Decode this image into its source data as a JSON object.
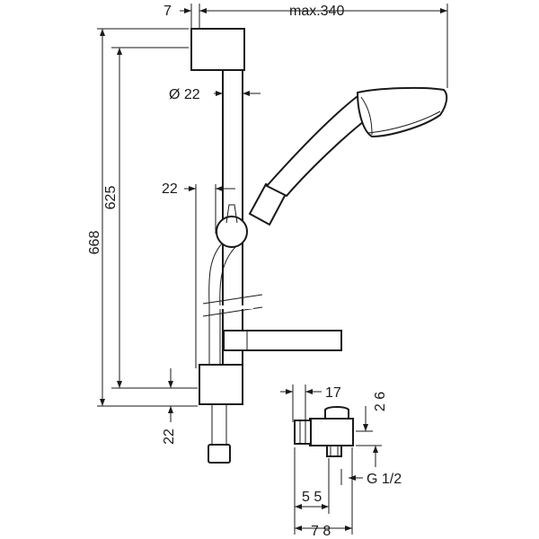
{
  "dimensions": {
    "rail_offset": "7",
    "max_reach": "max.340",
    "rail_diameter": "Ø 22",
    "hose_offset": "22",
    "total_height": "668",
    "bracket_spacing": "625",
    "bottom_offset": "22",
    "valve_17": "17",
    "valve_26": "2 6",
    "valve_thread": "G 1/2",
    "valve_55": "5 5",
    "valve_78": "7 8"
  },
  "colors": {
    "line": "#1a1a1a",
    "background": "#ffffff"
  }
}
